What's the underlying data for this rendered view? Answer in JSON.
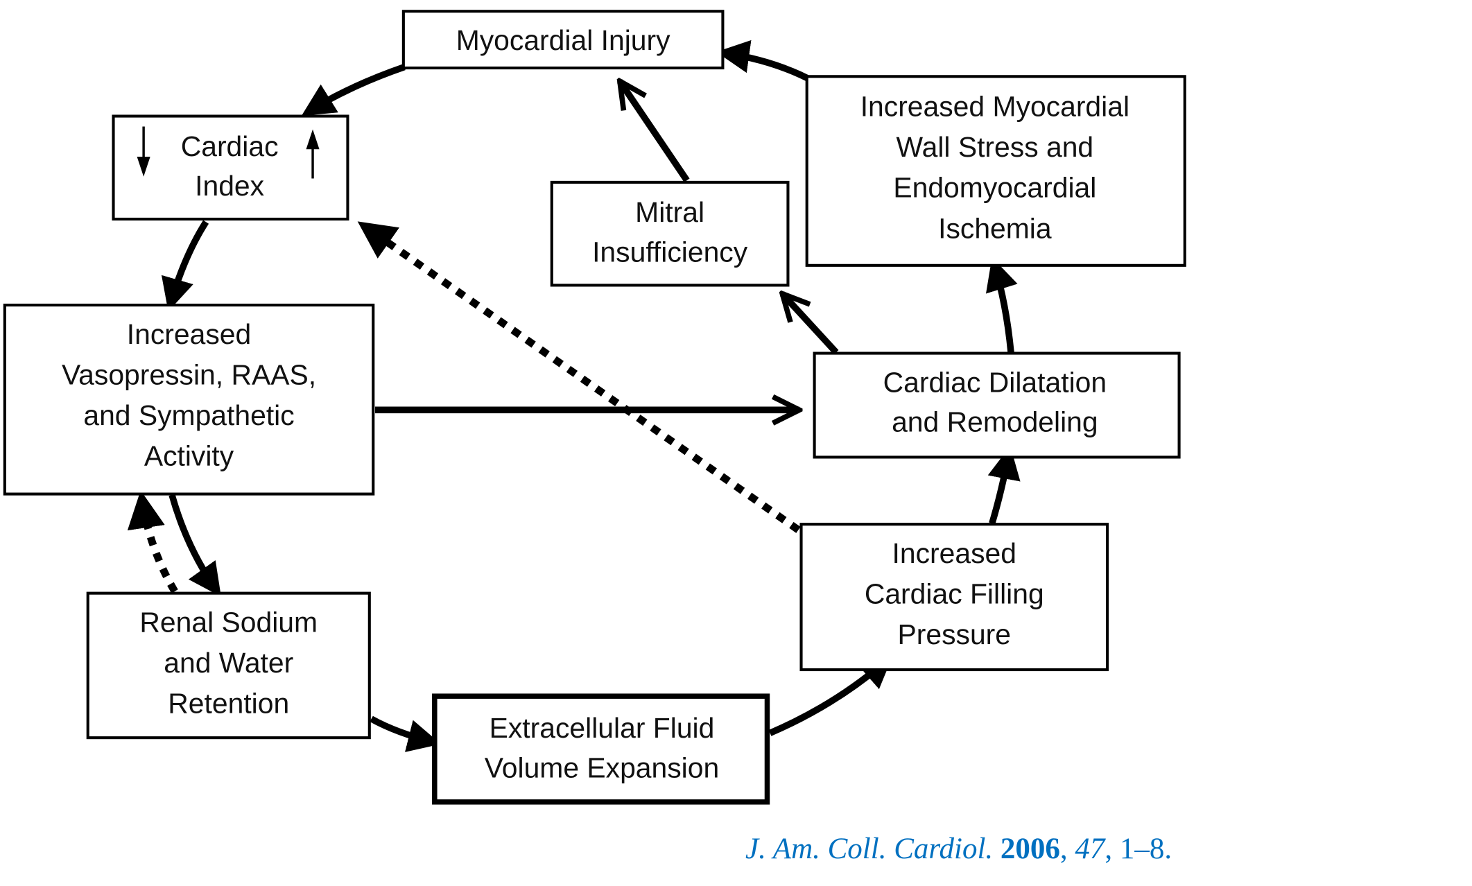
{
  "diagram": {
    "title": "Heart failure vicious cycle",
    "nodes": [
      {
        "id": "myocardial-injury",
        "lines": [
          "Myocardial Injury"
        ]
      },
      {
        "id": "cardiac-index",
        "lines": [
          "Cardiac",
          "Index"
        ],
        "left_glyph": "↓",
        "right_glyph": "↑"
      },
      {
        "id": "neurohormonal",
        "lines": [
          "Increased",
          "Vasopressin, RAAS,",
          "and Sympathetic",
          "Activity"
        ]
      },
      {
        "id": "renal-retention",
        "lines": [
          "Renal Sodium",
          "and Water",
          "Retention"
        ]
      },
      {
        "id": "ecf-expansion",
        "lines": [
          "Extracellular Fluid",
          "Volume Expansion"
        ],
        "emphasized": true
      },
      {
        "id": "filling-pressure",
        "lines": [
          "Increased",
          "Cardiac Filling",
          "Pressure"
        ]
      },
      {
        "id": "dilatation",
        "lines": [
          "Cardiac Dilatation",
          "and Remodeling"
        ]
      },
      {
        "id": "mitral",
        "lines": [
          "Mitral",
          "Insufficiency"
        ]
      },
      {
        "id": "wall-stress",
        "lines": [
          "Increased Myocardial",
          "Wall Stress and",
          "Endomyocardial",
          "Ischemia"
        ]
      }
    ],
    "edges": [
      {
        "from": "myocardial-injury",
        "to": "cardiac-index",
        "style": "solid"
      },
      {
        "from": "cardiac-index",
        "to": "neurohormonal",
        "style": "solid"
      },
      {
        "from": "neurohormonal",
        "to": "dilatation",
        "style": "solid"
      },
      {
        "from": "neurohormonal",
        "to": "renal-retention",
        "style": "solid"
      },
      {
        "from": "renal-retention",
        "to": "neurohormonal",
        "style": "dotted"
      },
      {
        "from": "renal-retention",
        "to": "ecf-expansion",
        "style": "solid"
      },
      {
        "from": "ecf-expansion",
        "to": "filling-pressure",
        "style": "solid"
      },
      {
        "from": "filling-pressure",
        "to": "dilatation",
        "style": "solid"
      },
      {
        "from": "filling-pressure",
        "to": "cardiac-index",
        "style": "dotted"
      },
      {
        "from": "dilatation",
        "to": "mitral",
        "style": "solid"
      },
      {
        "from": "dilatation",
        "to": "wall-stress",
        "style": "solid"
      },
      {
        "from": "mitral",
        "to": "myocardial-injury",
        "style": "solid"
      },
      {
        "from": "wall-stress",
        "to": "myocardial-injury",
        "style": "solid"
      }
    ]
  },
  "citation": {
    "journal": "J. Am. Coll. Cardiol.",
    "year": "2006",
    "volume": "47",
    "pages": "1–8."
  }
}
